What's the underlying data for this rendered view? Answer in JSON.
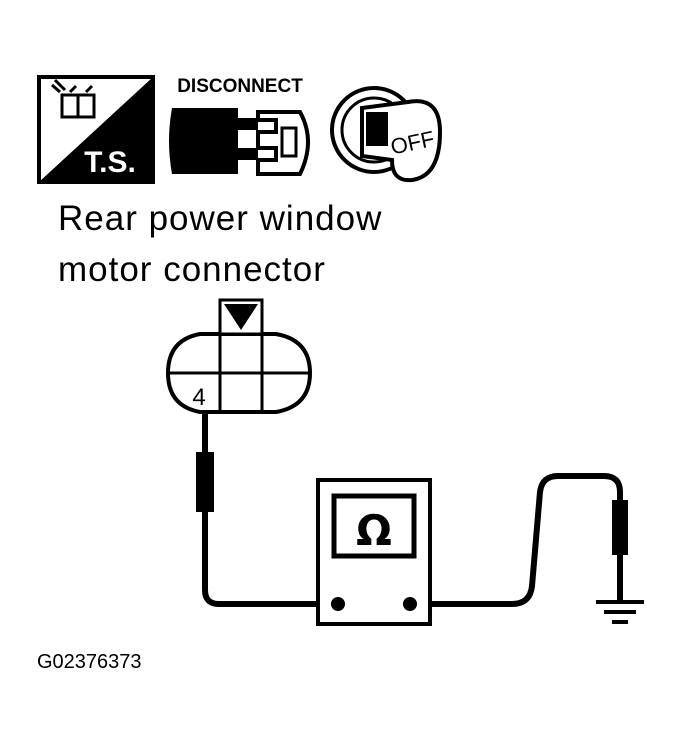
{
  "icons": {
    "test_symbol": {
      "name": "ts-test-icon",
      "label": "T.S."
    },
    "disconnect": {
      "name": "disconnect-icon",
      "label": "DISCONNECT"
    },
    "ignition": {
      "name": "ignition-off-icon",
      "label": "OFF"
    }
  },
  "connector": {
    "title_line1": "Rear power window",
    "title_line2": "motor connector",
    "terminal": "4"
  },
  "meter": {
    "symbol": "Ω",
    "name": "ohmmeter"
  },
  "figure_id": "G02376373",
  "colors": {
    "ink": "#000000",
    "paper": "#ffffff"
  }
}
